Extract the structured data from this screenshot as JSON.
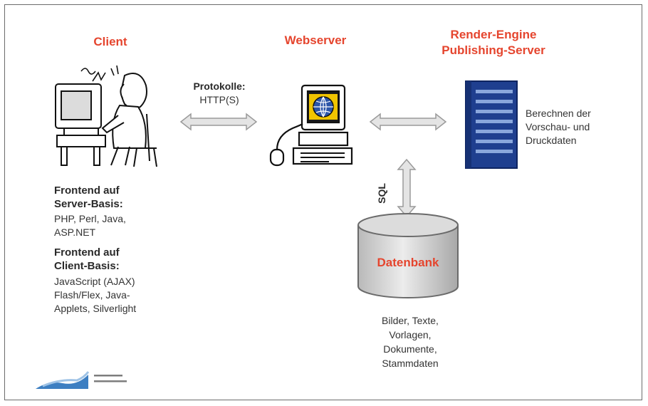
{
  "nodes": {
    "client": {
      "title": "Client"
    },
    "webserver": {
      "title": "Webserver"
    },
    "render": {
      "title_line1": "Render-Engine",
      "title_line2": "Publishing-Server",
      "description_lines": [
        "Berechnen der",
        "Vorschau- und",
        "Druckdaten"
      ]
    },
    "database": {
      "label": "Datenbank",
      "description_lines": [
        "Bilder, Texte,",
        "Vorlagen,",
        "Dokumente,",
        "Stammdaten"
      ]
    }
  },
  "edges": {
    "client_webserver": {
      "label_line1": "Protokolle:",
      "label_line2": "HTTP(S)"
    },
    "webserver_db": {
      "label": "SQL"
    }
  },
  "client_notes": {
    "server_heading": [
      "Frontend auf",
      "Server-Basis:"
    ],
    "server_lines": [
      "PHP, Perl, Java,",
      "ASP.NET"
    ],
    "client_heading": [
      "Frontend auf",
      "Client-Basis:"
    ],
    "client_lines": [
      "JavaScript (AJAX)",
      "Flash/Flex, Java-",
      "Applets, Silverlight"
    ]
  },
  "colors": {
    "accent": "#e5452e",
    "arrow": "#cfcfcf",
    "server_blue": "#1f3f8f",
    "db_gray": "#c9c9c9"
  }
}
